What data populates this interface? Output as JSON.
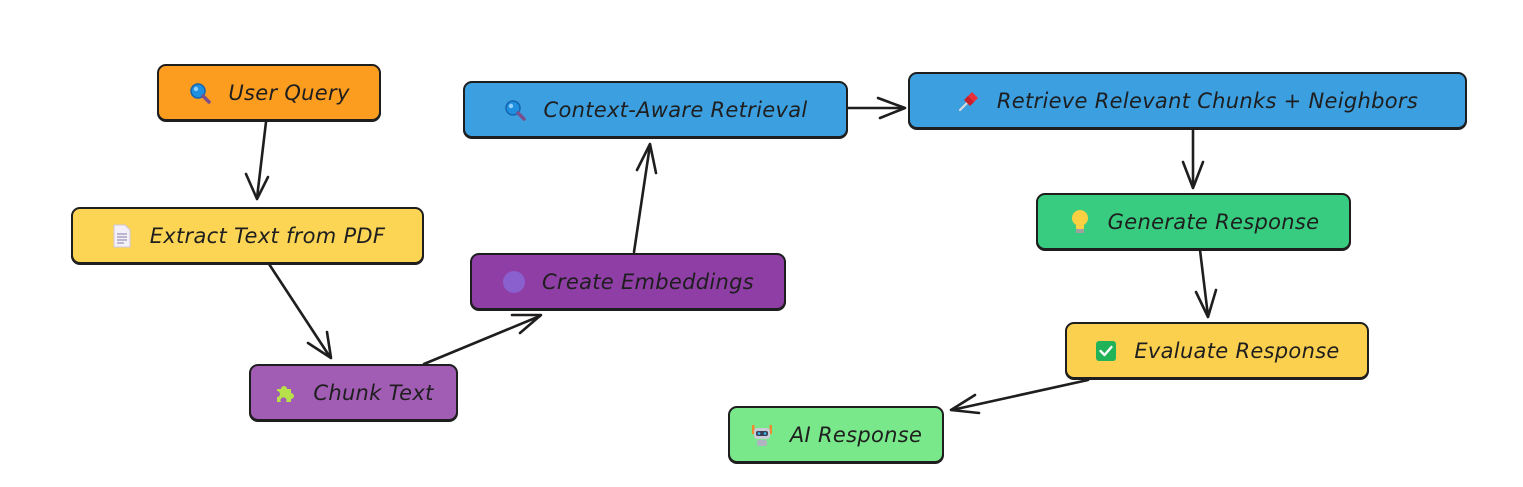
{
  "diagram": {
    "type": "flowchart",
    "nodes": [
      {
        "id": "user-query",
        "label": "User Query",
        "icon": "magnifier-icon",
        "color": "#fc9d20"
      },
      {
        "id": "extract-text",
        "label": "Extract Text from PDF",
        "icon": "document-icon",
        "color": "#fcd555"
      },
      {
        "id": "chunk-text",
        "label": "Chunk Text",
        "icon": "puzzle-piece-icon",
        "color": "#a15cb4"
      },
      {
        "id": "create-embeddings",
        "label": "Create Embeddings",
        "icon": "purple-circle-icon",
        "color": "#8e3ea5"
      },
      {
        "id": "context-retrieval",
        "label": "Context-Aware Retrieval",
        "icon": "magnifier-icon",
        "color": "#3b9fe0"
      },
      {
        "id": "retrieve-chunks",
        "label": "Retrieve Relevant Chunks + Neighbors",
        "icon": "pushpin-icon",
        "color": "#3b9fe0"
      },
      {
        "id": "generate-response",
        "label": "Generate Response",
        "icon": "lightbulb-icon",
        "color": "#37cc7f"
      },
      {
        "id": "evaluate-response",
        "label": "Evaluate Response",
        "icon": "check-box-icon",
        "color": "#fcd04f"
      },
      {
        "id": "ai-response",
        "label": "AI Response",
        "icon": "robot-icon",
        "color": "#79e88a"
      }
    ],
    "edges": [
      {
        "from": "user-query",
        "to": "extract-text"
      },
      {
        "from": "extract-text",
        "to": "chunk-text"
      },
      {
        "from": "chunk-text",
        "to": "create-embeddings"
      },
      {
        "from": "create-embeddings",
        "to": "context-retrieval"
      },
      {
        "from": "context-retrieval",
        "to": "retrieve-chunks"
      },
      {
        "from": "retrieve-chunks",
        "to": "generate-response"
      },
      {
        "from": "generate-response",
        "to": "evaluate-response"
      },
      {
        "from": "evaluate-response",
        "to": "ai-response"
      }
    ]
  }
}
